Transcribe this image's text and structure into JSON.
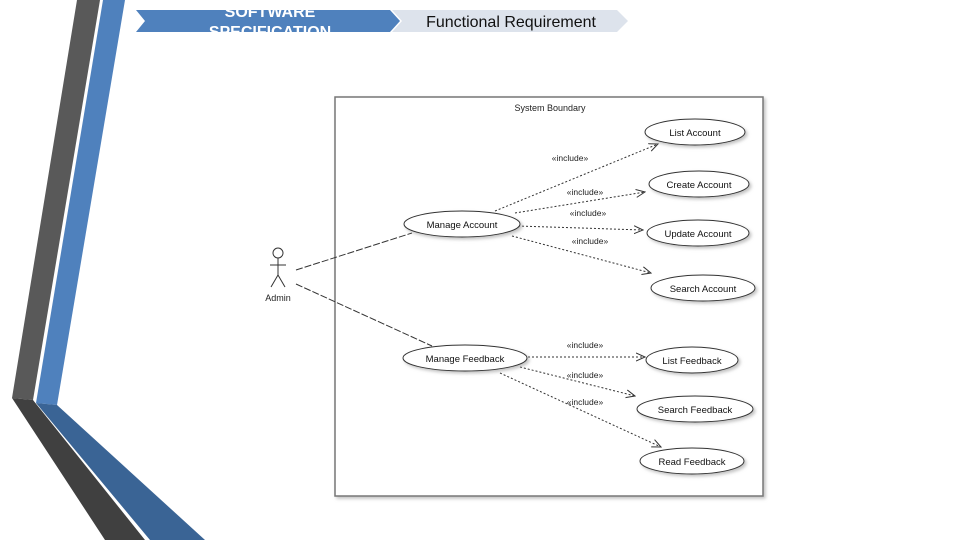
{
  "header": {
    "section_label": "SOFTWARE SPECIFICATION",
    "section_line1": "SOFTWARE",
    "section_line2": "SPECIFICATION",
    "title": "Functional Requirement"
  },
  "colors": {
    "accent_blue": "#4f81bd",
    "dark_gray": "#555555",
    "banner_gray": "#dde3ec"
  },
  "diagram": {
    "boundary_label": "System Boundary",
    "actor": "Admin",
    "include_label": "«include»",
    "use_cases": {
      "manage_account": "Manage Account",
      "manage_feedback": "Manage Feedback",
      "list_account": "List Account",
      "create_account": "Create Account",
      "update_account": "Update Account",
      "search_account": "Search Account",
      "list_feedback": "List Feedback",
      "search_feedback": "Search Feedback",
      "read_feedback": "Read Feedback"
    }
  }
}
